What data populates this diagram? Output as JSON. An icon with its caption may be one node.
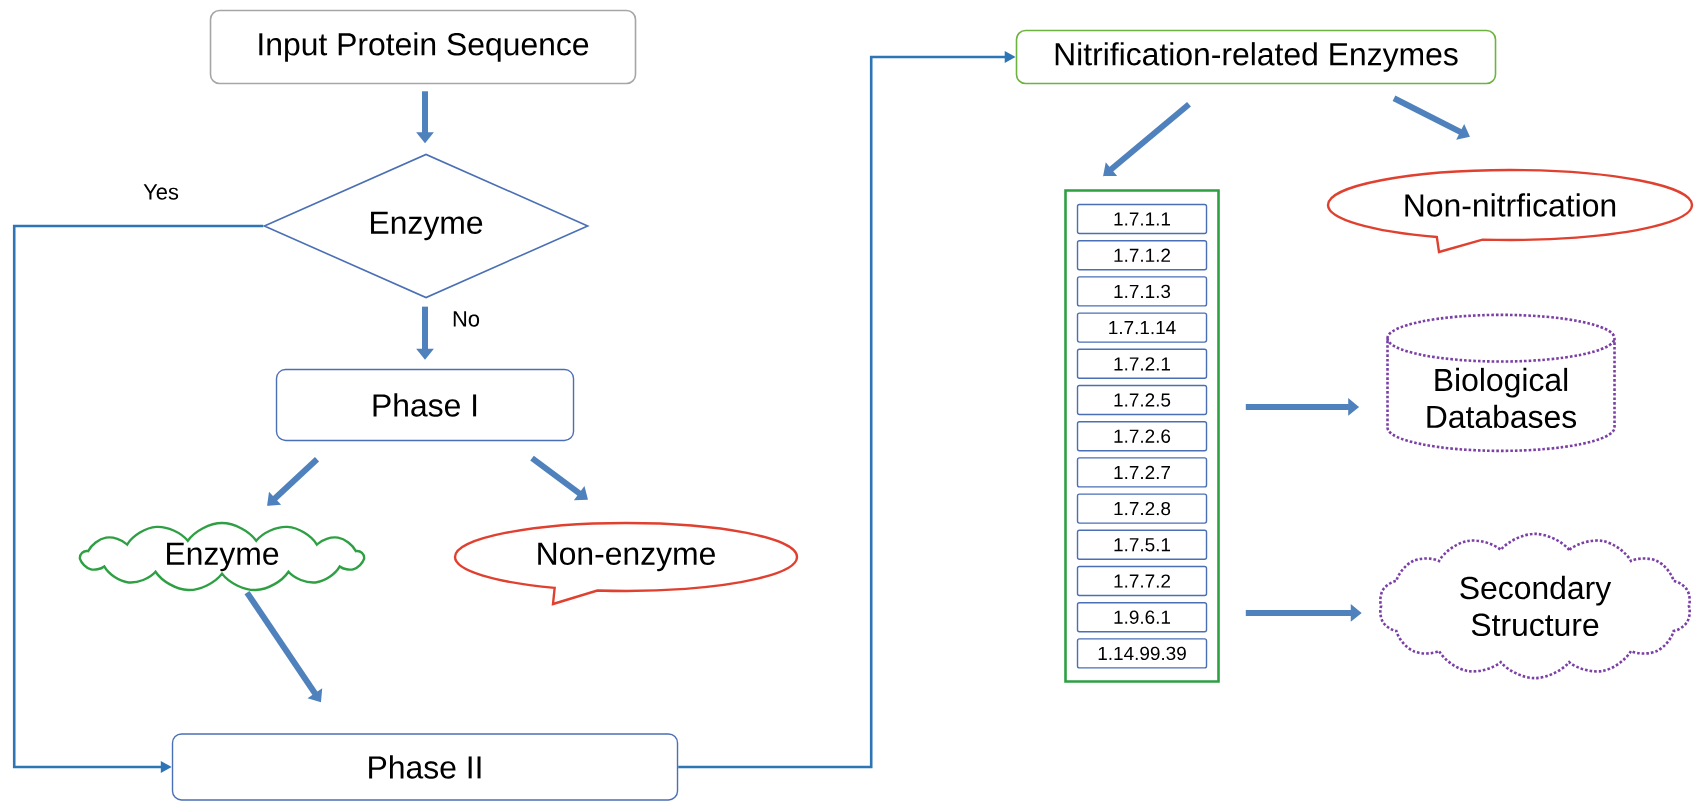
{
  "diagram": {
    "nodes": [
      {
        "text": [
          "Input Protein Sequence"
        ]
      },
      {
        "text": [
          "Enzyme"
        ]
      },
      {
        "text": [
          "Phase I"
        ]
      },
      {
        "text": [
          "Enzyme"
        ]
      },
      {
        "text": [
          "Non-enzyme"
        ]
      },
      {
        "text": [
          "Phase II"
        ]
      },
      {
        "text": [
          "Nitrification-related Enzymes"
        ]
      },
      {
        "text": [],
        "shape": "box"
      },
      {
        "text": [
          "1.7.1.1"
        ],
        "in": 7
      },
      {
        "text": [
          "1.7.1.2"
        ],
        "in": 7
      },
      {
        "text": [
          "1.7.1.3"
        ],
        "in": 7
      },
      {
        "text": [
          "1.7.1.14"
        ],
        "in": 7
      },
      {
        "text": [
          "1.7.2.1"
        ],
        "in": 7
      },
      {
        "text": [
          "1.7.2.5"
        ],
        "in": 7
      },
      {
        "text": [
          "1.7.2.6"
        ],
        "in": 7
      },
      {
        "text": [
          "1.7.2.7"
        ],
        "in": 7
      },
      {
        "text": [
          "1.7.2.8"
        ],
        "in": 7
      },
      {
        "text": [
          "1.7.5.1"
        ],
        "in": 7
      },
      {
        "text": [
          "1.7.7.2"
        ],
        "in": 7
      },
      {
        "text": [
          "1.9.6.1"
        ],
        "in": 7
      },
      {
        "text": [
          "1.14.99.39"
        ],
        "in": 7
      },
      {
        "text": [
          "Non-nitrfication"
        ]
      },
      {
        "text": [
          "Biological Databases"
        ]
      },
      {
        "text": [
          "Secondary Structure"
        ]
      }
    ],
    "edges": [
      {
        "from": 0,
        "to": 1,
        "arrow": "to"
      },
      {
        "from": 1,
        "to": 2,
        "arrow": "to",
        "label": "No"
      },
      {
        "from": 2,
        "to": 3,
        "arrow": "to"
      },
      {
        "from": 2,
        "to": 4,
        "arrow": "to"
      },
      {
        "from": 3,
        "to": 5,
        "arrow": "to"
      },
      {
        "from": 1,
        "to": 5,
        "arrow": "to",
        "label": "Yes"
      },
      {
        "from": 5,
        "to": 6,
        "arrow": "to"
      },
      {
        "from": 6,
        "to": 7,
        "arrow": "to"
      },
      {
        "from": 6,
        "to": 21,
        "arrow": "to"
      },
      {
        "from": 7,
        "to": 22,
        "arrow": "to"
      },
      {
        "from": 7,
        "to": 23,
        "arrow": "to"
      }
    ]
  }
}
